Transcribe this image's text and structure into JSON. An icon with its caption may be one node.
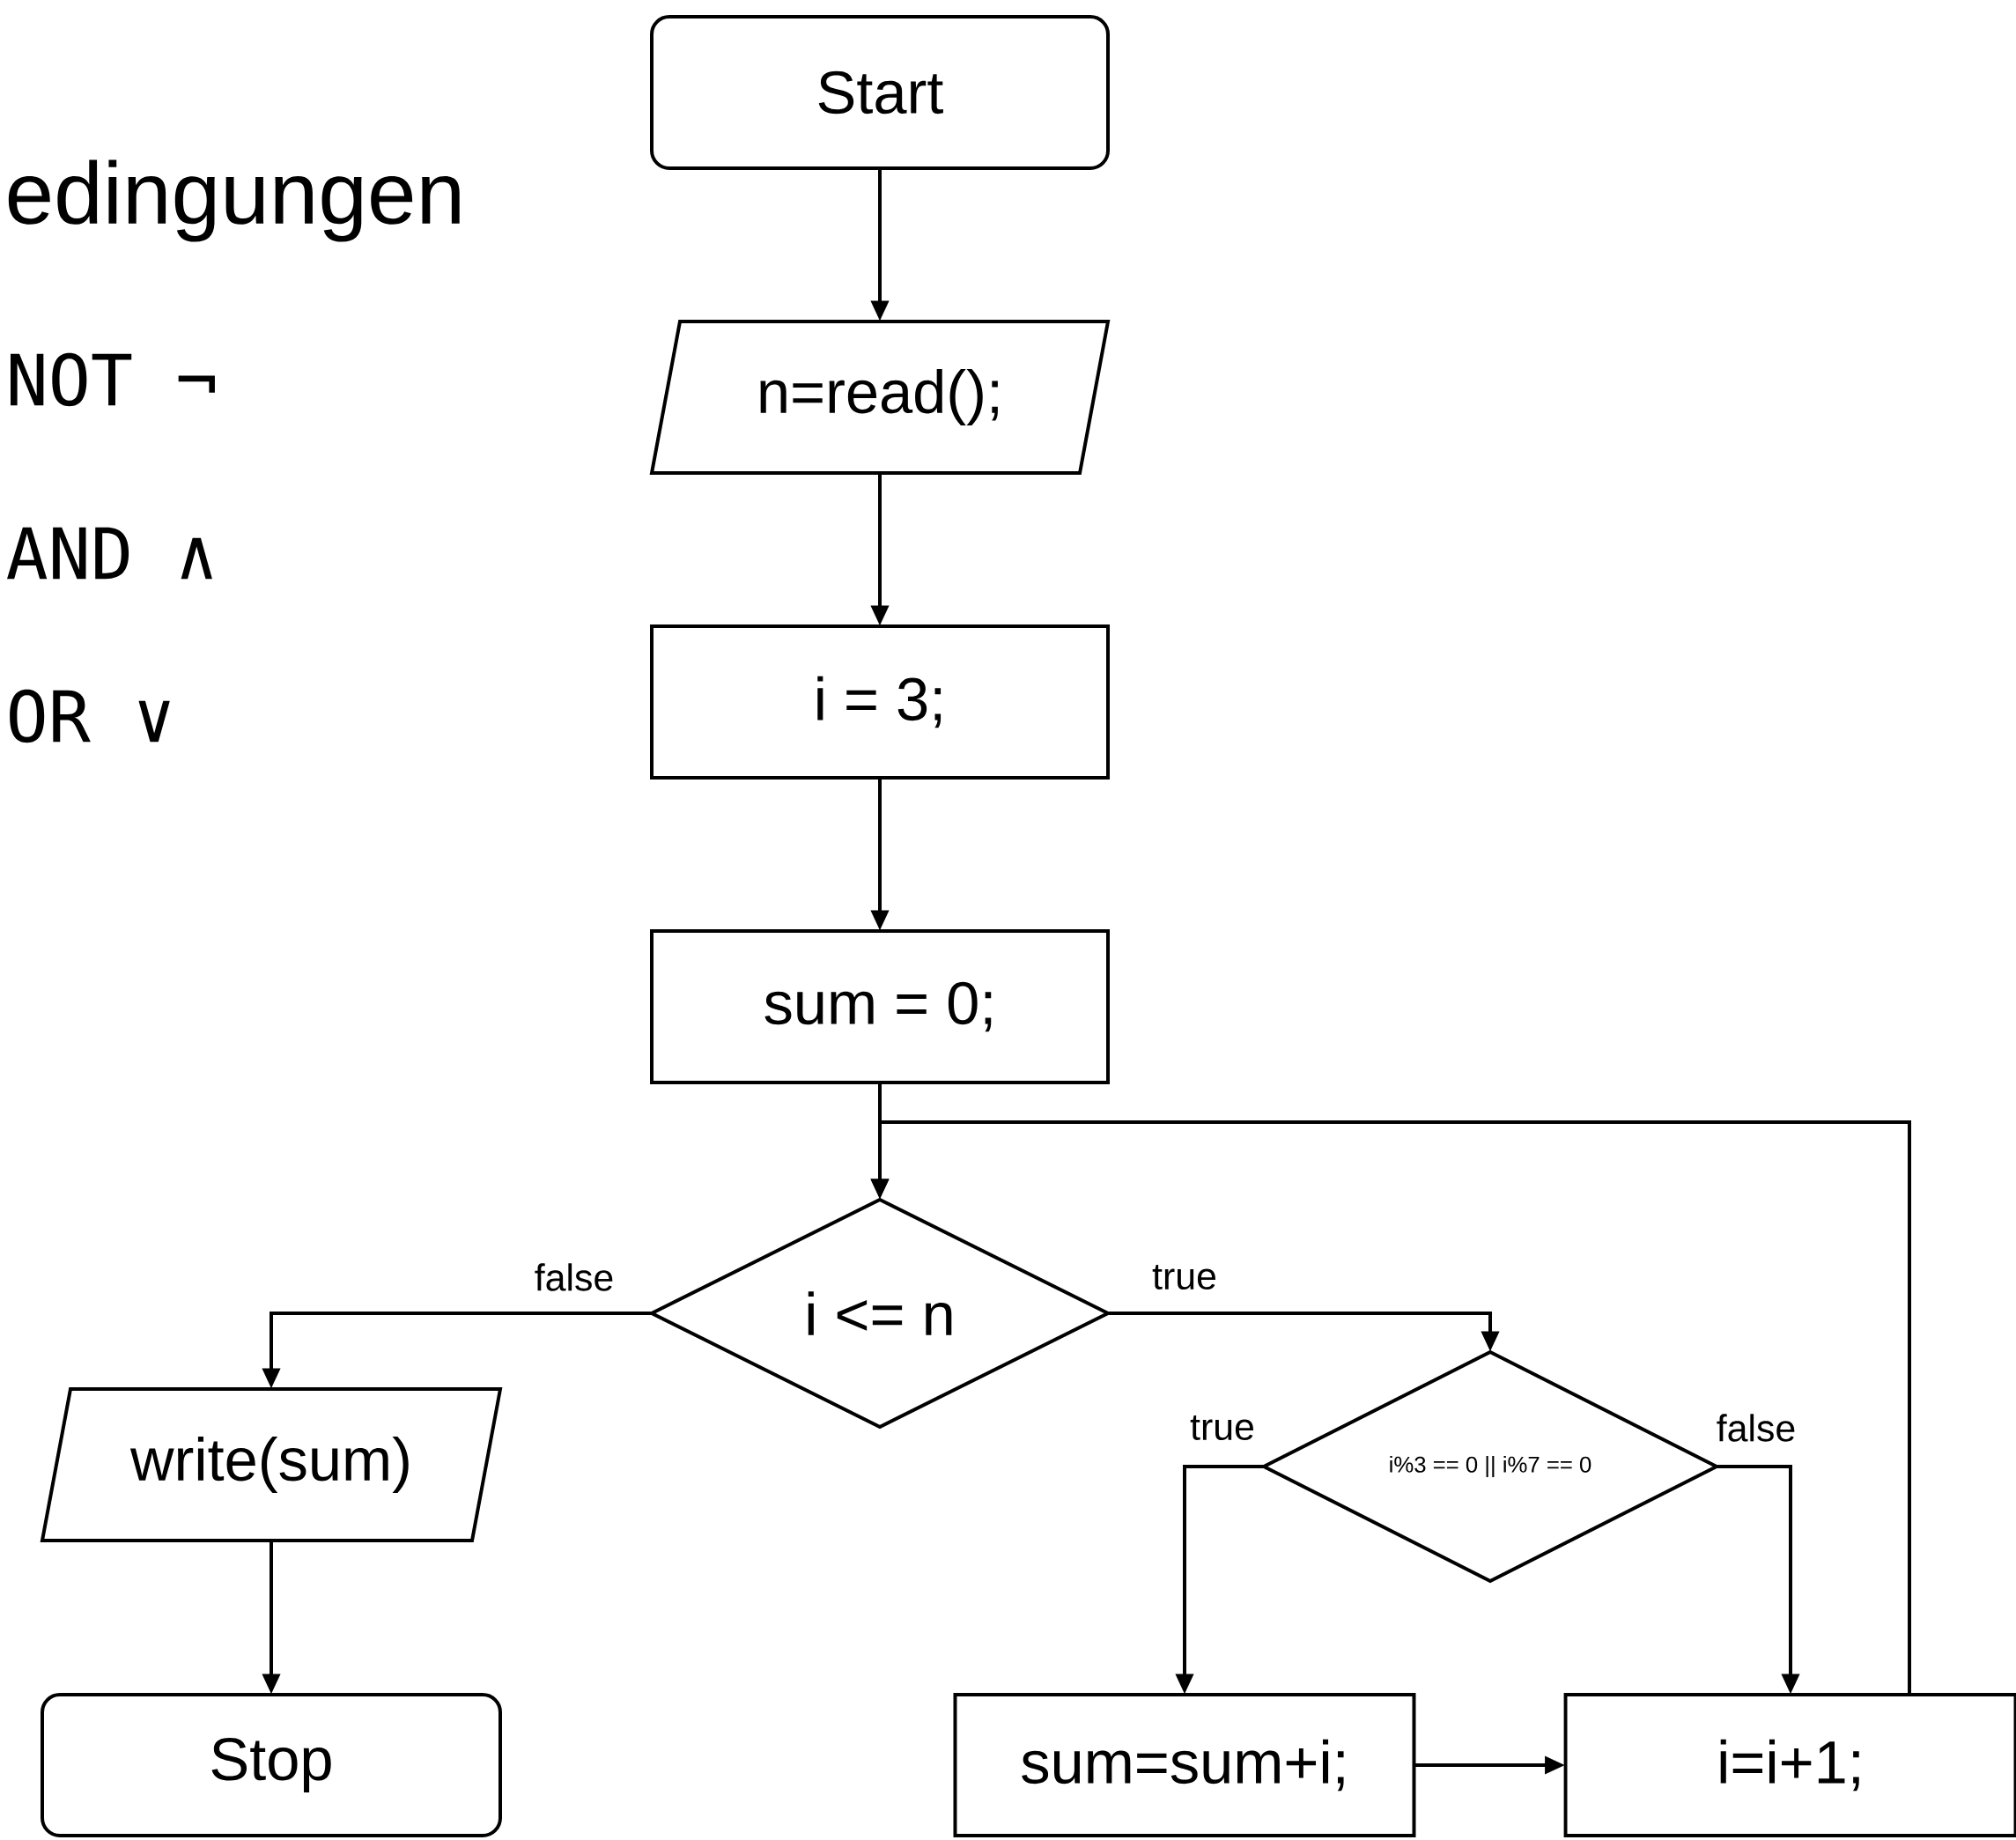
{
  "diagram": {
    "nodes": [
      {
        "text": [
          "Start"
        ]
      },
      {
        "text": [
          "n=read();"
        ]
      },
      {
        "text": [
          "i = 3;"
        ]
      },
      {
        "text": [
          "sum = 0;"
        ]
      },
      {
        "text": [
          "i <= n"
        ]
      },
      {
        "text": [
          "write(sum)"
        ]
      },
      {
        "text": [
          "i%3 == 0 || i%7 == 0"
        ]
      },
      {
        "text": [
          "sum=sum+i;"
        ]
      },
      {
        "text": [
          "i=i+1;"
        ]
      },
      {
        "text": [
          "Stop"
        ]
      }
    ],
    "edges": [
      {
        "from": 0,
        "to": 1,
        "arrow": "to"
      },
      {
        "from": 1,
        "to": 2,
        "arrow": "to"
      },
      {
        "from": 2,
        "to": 3,
        "arrow": "to"
      },
      {
        "from": 3,
        "to": 4,
        "arrow": "to"
      },
      {
        "from": 4,
        "to": 5,
        "arrow": "to",
        "label": "false"
      },
      {
        "from": 4,
        "to": 6,
        "arrow": "to",
        "label": "true"
      },
      {
        "from": 6,
        "to": 7,
        "arrow": "to",
        "label": "true"
      },
      {
        "from": 6,
        "to": 8,
        "arrow": "to",
        "label": "false"
      },
      {
        "from": 5,
        "to": 9,
        "arrow": "to"
      },
      {
        "from": 7,
        "to": 8,
        "arrow": "to"
      },
      {
        "from": 8,
        "to": 4,
        "arrow": "to"
      }
    ],
    "labels": [
      "edingungen",
      "NOT ¬",
      "AND ∧",
      "OR ∨"
    ]
  }
}
